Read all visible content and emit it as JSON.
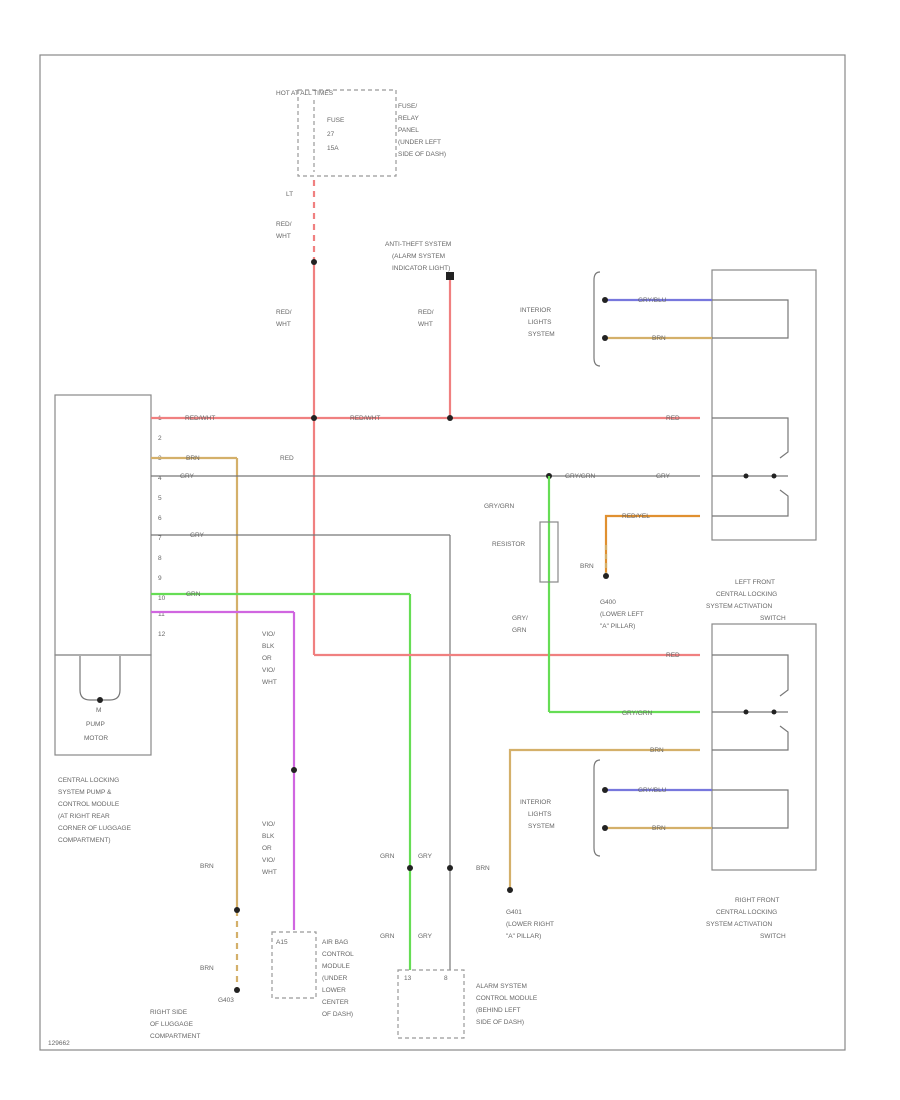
{
  "code": "129662",
  "fuse_panel": {
    "header": "HOT AT ALL TIMES",
    "fuse": [
      "FUSE",
      "27",
      "15A"
    ],
    "location": [
      "FUSE/",
      "RELAY",
      "PANEL",
      "(UNDER LEFT",
      "SIDE OF DASH)"
    ]
  },
  "anti_theft": [
    "ANTI-THEFT SYSTEM",
    "(ALARM SYSTEM",
    "INDICATOR LIGHT)"
  ],
  "pump_module": {
    "pins": [
      "1",
      "2",
      "3",
      "4",
      "5",
      "6",
      "7",
      "8",
      "9",
      "10",
      "11",
      "12"
    ],
    "motor": [
      "M",
      "PUMP",
      "MOTOR"
    ],
    "caption": [
      "CENTRAL LOCKING",
      "SYSTEM PUMP &",
      "CONTROL MODULE",
      "(AT RIGHT REAR",
      "CORNER OF LUGGAGE",
      "COMPARTMENT)"
    ]
  },
  "wire_labels": {
    "lt": "LT",
    "red_wht": [
      "RED/",
      "WHT"
    ],
    "red_wht_inline": "RED/WHT",
    "red": "RED",
    "brn": "BRN",
    "gry": "GRY",
    "grn": "GRN",
    "gry_grn": "GRY/GRN",
    "gry_grn_stack": [
      "GRY/",
      "GRN"
    ],
    "red_yel": "RED/YEL",
    "gry_blu": "GRY/BLU",
    "vio_blk": [
      "VIO/",
      "BLK",
      "OR",
      "VIO/",
      "WHT"
    ]
  },
  "resistor": "RESISTOR",
  "interior_lights": [
    "INTERIOR",
    "LIGHTS",
    "SYSTEM"
  ],
  "g400": [
    "G400",
    "(LOWER LEFT",
    "\"A\" PILLAR)"
  ],
  "g401": [
    "G401",
    "(LOWER RIGHT",
    "\"A\" PILLAR)"
  ],
  "g403": [
    "G403",
    "RIGHT SIDE",
    "OF LUGGAGE",
    "COMPARTMENT"
  ],
  "left_switch": [
    "LEFT FRONT",
    "CENTRAL LOCKING",
    "SYSTEM ACTIVATION",
    "SWITCH"
  ],
  "right_switch": [
    "RIGHT FRONT",
    "CENTRAL LOCKING",
    "SYSTEM ACTIVATION",
    "SWITCH"
  ],
  "airbag": [
    "AIR BAG",
    "CONTROL",
    "MODULE",
    "(UNDER",
    "LOWER",
    "CENTER",
    "OF DASH)"
  ],
  "alarm": [
    "ALARM SYSTEM",
    "CONTROL MODULE",
    "(BEHIND LEFT",
    "SIDE OF DASH)"
  ],
  "pin_labels": {
    "p1": "1",
    "p2": "2",
    "p3": "3",
    "p4": "4",
    "p5": "5",
    "p6": "6",
    "p7": "7",
    "p8": "8",
    "p9": "9",
    "p10": "10",
    "a15": "A15",
    "d13": "13",
    "alarm_pin": "8"
  },
  "colors": {
    "red": "#f08080",
    "brn": "#d4b06a",
    "grn": "#66dd55",
    "vio": "#d066e0",
    "gry": "#aaaaaa",
    "blu": "#7777dd",
    "ylw": "#e09030"
  }
}
